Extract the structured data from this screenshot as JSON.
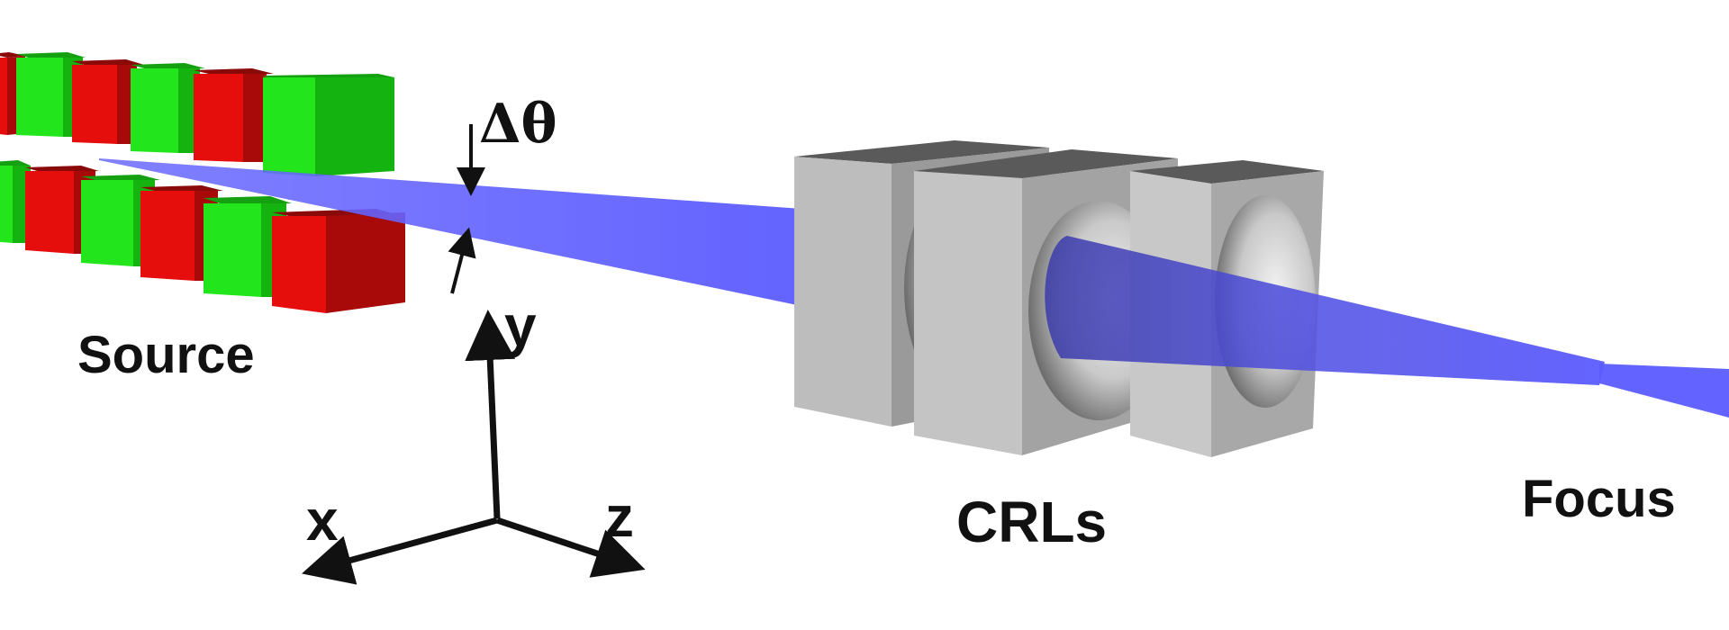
{
  "labels": {
    "source": "Source",
    "crls": "CRLs",
    "focus": "Focus",
    "divergence": "Δθ",
    "axis_x": "x",
    "axis_y": "y",
    "axis_z": "z"
  },
  "colors": {
    "beam": "#5b5bff",
    "magnet_red": "#e60d0d",
    "magnet_green": "#22e61b",
    "lens_block": "#bdbdbd",
    "arrow": "#111111"
  },
  "components": {
    "undulator_magnet_rows": 2,
    "lens_blocks": 3
  }
}
